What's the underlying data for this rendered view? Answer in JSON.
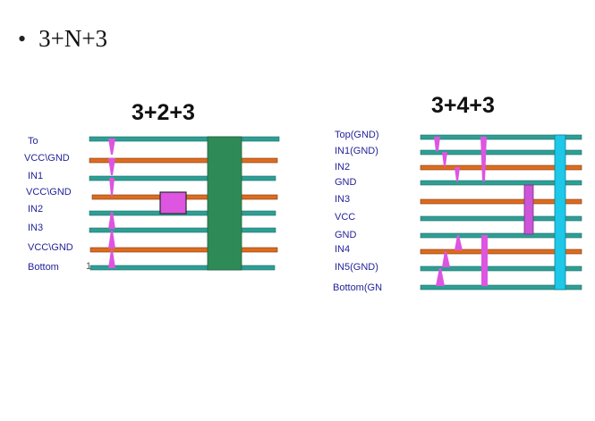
{
  "heading": {
    "bullet": "•",
    "text": "3+N+3"
  },
  "left_diagram": {
    "title": "3+2+3",
    "layers": [
      "To",
      "VCC\\GND",
      "IN1",
      "VCC\\GND",
      "IN2",
      "IN3",
      "VCC\\GND",
      "Bottom"
    ],
    "stray_mark": "1"
  },
  "right_diagram": {
    "title": "3+4+3",
    "layers": [
      "Top(GND)",
      "IN1(GND)",
      "IN2",
      "GND",
      "IN3",
      "VCC",
      "GND",
      "IN4",
      "IN5(GND)",
      "Bottom(GN"
    ]
  },
  "colors": {
    "signal_layer": "#2f9e95",
    "plane_layer": "#dd6b20",
    "through_via_green": "#2e8b57",
    "through_via_cyan": "#1ec8e8",
    "blind_buried_via": "#dd55e0",
    "label_text": "#23239a"
  }
}
